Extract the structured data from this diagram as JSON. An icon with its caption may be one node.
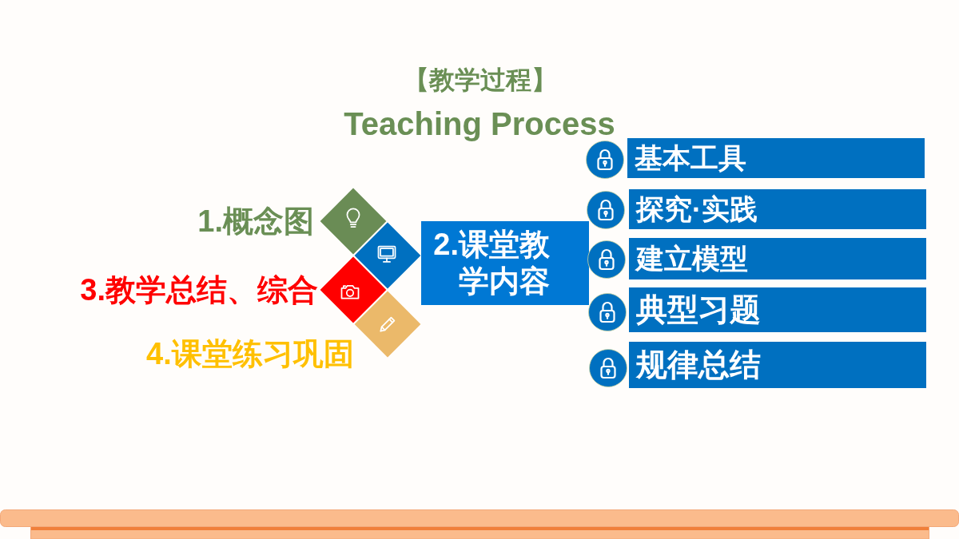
{
  "diagram": {
    "title": "【教学过程】",
    "nodes": [
      {
        "text": [],
        "shape": "diamond",
        "beside": [
          "1.概念图"
        ]
      },
      {
        "text": [],
        "shape": "diamond"
      },
      {
        "text": [],
        "shape": "diamond",
        "beside": [
          "3.教学总结、综合"
        ]
      },
      {
        "text": [],
        "shape": "diamond",
        "beside": [
          "4.课堂练习巩固"
        ]
      },
      {
        "text": [
          "2.课堂教学内容"
        ]
      },
      {
        "text": [
          "基本工具"
        ]
      },
      {
        "text": [
          "探究·实践"
        ]
      },
      {
        "text": [
          "建立模型"
        ]
      },
      {
        "text": [
          "典型习题"
        ]
      },
      {
        "text": [
          "规律总结"
        ]
      }
    ],
    "labels": [
      "Teaching Process"
    ]
  }
}
